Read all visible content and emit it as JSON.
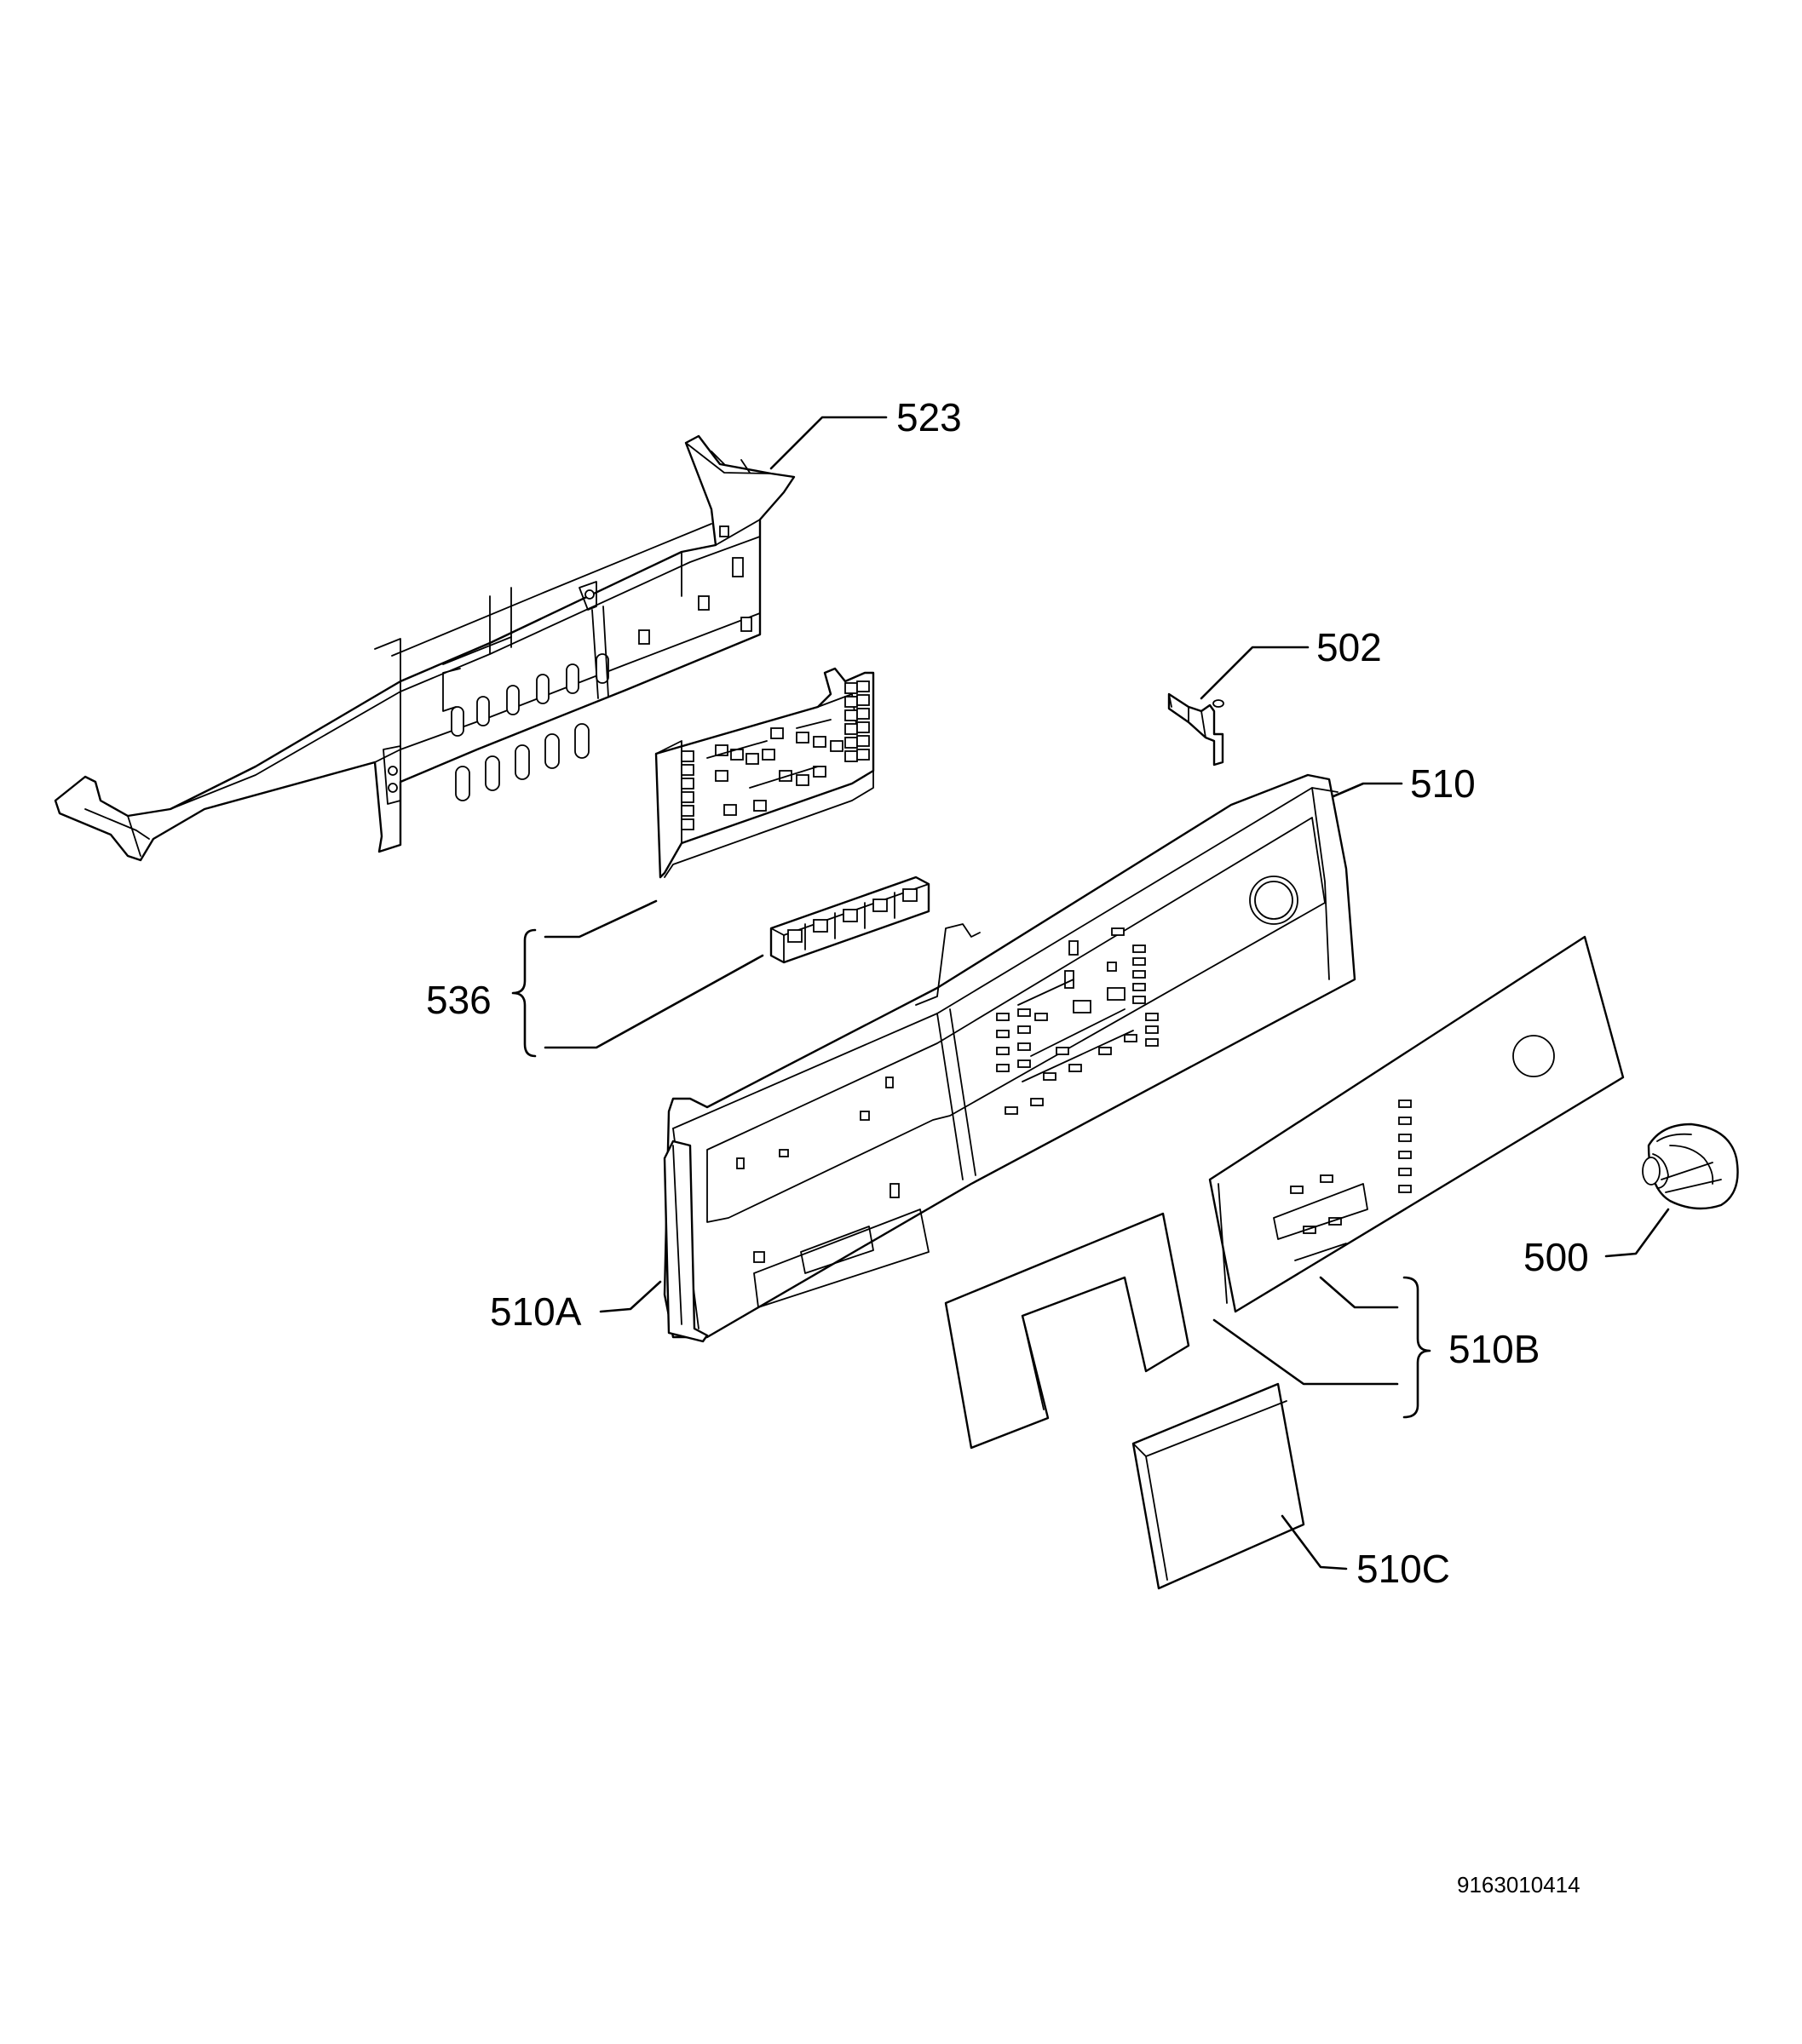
{
  "callouts": {
    "c523": "523",
    "c502": "502",
    "c510": "510",
    "c536": "536",
    "c500": "500",
    "c510A": "510A",
    "c510B": "510B",
    "c510C": "510C"
  },
  "document_number": "9163010414"
}
